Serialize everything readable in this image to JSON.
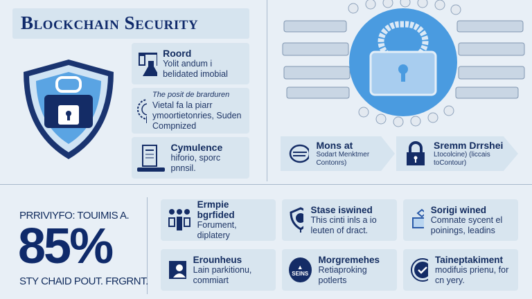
{
  "title": "Blockchain Security",
  "left_cards": [
    {
      "title": "Roord",
      "text": "Yolit andum i belidated imobial",
      "icon": "lab-scale-icon"
    },
    {
      "subtitle": "The posit de brarduren",
      "text": "Vietal fa la piarr ymoortietonries, Suden Compnized",
      "icon": "brain-tree-icon"
    },
    {
      "title": "Cymulence",
      "text": "hiforio, sporc pnnsil.",
      "icon": "laptop-document-icon"
    }
  ],
  "arrow_cards": [
    {
      "title": "Mons at",
      "text": "Sodart Menktmer Contonrs)",
      "icon": "eye-chat-icon"
    },
    {
      "title": "Sremm Drrshei",
      "text": "Ltocolcine) (liccais toContour)",
      "icon": "padlock-icon"
    }
  ],
  "stat": {
    "top": "PRRIVIYFO: TOUIMIS A.",
    "value": "85%",
    "bottom": "STY CHAID POUT. FRGRNT."
  },
  "bottom_cards": [
    {
      "title": "Ermpie bgrfided",
      "text": "Forument, diplatery",
      "icon": "people-devices-icon"
    },
    {
      "title": "Stase iswined",
      "text": "This cinti inls a io leuten of dract.",
      "icon": "shield-info-icon"
    },
    {
      "title": "Sorigi wined",
      "text": "Comnate sycent el poinings, leadins",
      "icon": "server-building-icon"
    },
    {
      "title": "Erounheus",
      "text": "Lain parkitionu, commiart",
      "icon": "user-frame-icon"
    },
    {
      "title": "Morgremehes",
      "text": "Retiaproking potlerts",
      "icon": "warning-badge-icon",
      "badge": "SEINS"
    },
    {
      "title": "Taineptakiment",
      "text": "modifuis prienu, for cn yery.",
      "icon": "check-circle-icon"
    }
  ],
  "colors": {
    "navy": "#102a6b",
    "accent": "#4a9be0",
    "card": "#d8e5ef",
    "bg": "#e8eff6"
  }
}
